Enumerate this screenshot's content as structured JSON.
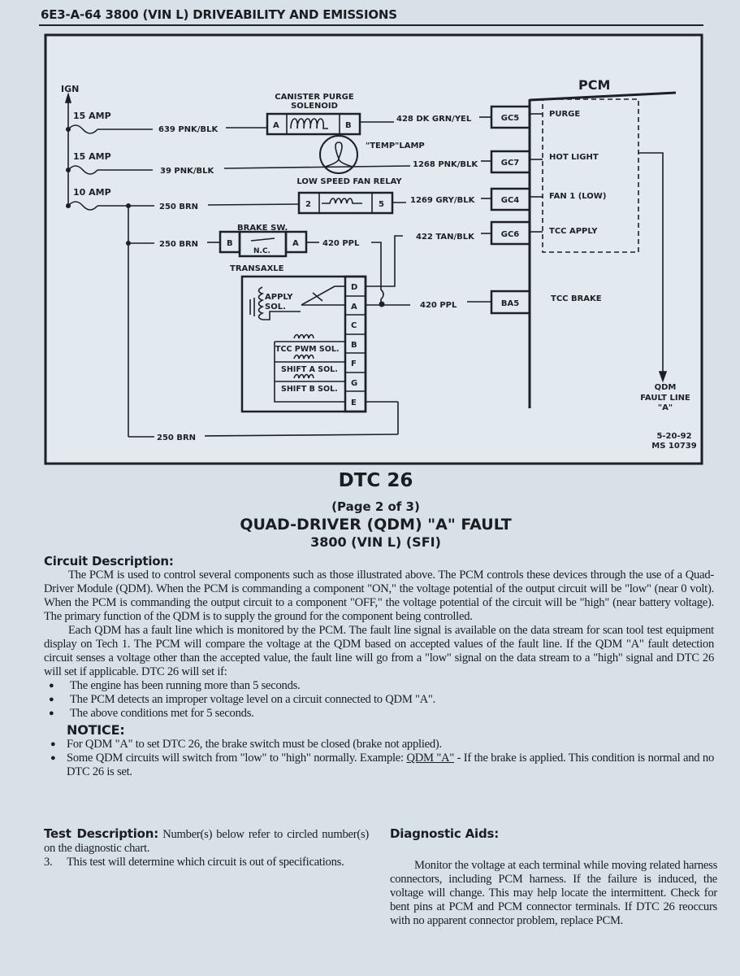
{
  "header": {
    "title": "6E3-A-64 3800 (VIN L) DRIVEABILITY AND EMISSIONS"
  },
  "diagram": {
    "ign": "IGN",
    "fuses": [
      "15 AMP",
      "15 AMP",
      "10 AMP"
    ],
    "wires": {
      "w639": "639 PNK/BLK",
      "w39": "39 PNK/BLK",
      "w250a": "250 BRN",
      "w250b": "250 BRN",
      "w250c": "250 BRN",
      "w428": "428 DK GRN/YEL",
      "w1268": "1268 PNK/BLK",
      "w1269": "1269 GRY/BLK",
      "w422": "422 TAN/BLK",
      "w420a": "420 PPL",
      "w420b": "420 PPL"
    },
    "canister_line1": "CANISTER PURGE",
    "canister_line2": "SOLENOID",
    "sol_a": "A",
    "sol_b": "B",
    "temp_lamp": "\"TEMP\"LAMP",
    "fan_relay": "LOW SPEED FAN RELAY",
    "relay_2": "2",
    "relay_5": "5",
    "brake_sw": "BRAKE SW.",
    "brake_b": "B",
    "brake_nc": "N.C.",
    "brake_a": "A",
    "transaxle": "TRANSAXLE",
    "apply_sol_1": "APPLY",
    "apply_sol_2": "SOL.",
    "tcc_pwm": "TCC PWM SOL.",
    "shift_a": "SHIFT A SOL.",
    "shift_b": "SHIFT B SOL.",
    "pins": [
      "D",
      "A",
      "C",
      "B",
      "F",
      "G",
      "E"
    ],
    "pcm": "PCM",
    "pcm_pins": [
      "GC5",
      "GC7",
      "GC4",
      "GC6",
      "BA5"
    ],
    "pcm_labels": [
      "PURGE",
      "HOT LIGHT",
      "FAN 1 (LOW)",
      "TCC APPLY",
      "TCC BRAKE"
    ],
    "qdm_1": "QDM",
    "qdm_2": "FAULT LINE",
    "qdm_3": "\"A\"",
    "date": "5-20-92",
    "ms": "MS 10739"
  },
  "title": {
    "dtc": "DTC 26",
    "page": "(Page 2 of 3)",
    "name": "QUAD-DRIVER (QDM) \"A\" FAULT",
    "engine": "3800 (VIN L) (SFI)"
  },
  "circuit": {
    "heading": "Circuit Description:",
    "p1": "The PCM is used to control several components such as those illustrated above. The PCM controls these devices through the use of a Quad-Driver Module (QDM). When the PCM is commanding a component \"ON,\" the voltage potential of the output circuit will be \"low\" (near 0 volt). When the PCM is commanding the output circuit to a component \"OFF,\" the voltage potential of the circuit will be \"high\" (near battery voltage). The primary function of the QDM is to supply the ground for the component being controlled.",
    "p2": "Each QDM has a fault line which is monitored by the PCM. The fault line signal is available on the data stream for scan tool test equipment display on Tech 1. The PCM will compare the voltage at the QDM based on accepted values of the fault line. If the QDM \"A\" fault detection circuit senses a voltage other than the accepted value, the fault line will go from a \"low\" signal on the data stream to a \"high\" signal and DTC 26 will set if applicable. DTC 26 will set if:",
    "bullets": [
      "The engine has been running more than 5 seconds.",
      "The PCM detects an improper voltage level on a circuit connected to QDM \"A\".",
      "The above conditions met for 5 seconds."
    ]
  },
  "notice": {
    "heading": "NOTICE:",
    "b1": "For QDM \"A\" to set DTC 26, the brake switch must be closed (brake not applied).",
    "b2_pre": "Some QDM circuits will switch from \"low\" to \"high\" normally. Example: ",
    "b2_link": "QDM \"A\"",
    "b2_post": " - If the brake is applied. This condition is normal and no DTC 26 is set."
  },
  "test": {
    "heading": "Test Description:",
    "intro": "Number(s) below refer to circled number(s) on the diagnostic chart.",
    "items": [
      {
        "num": "3.",
        "text": "This test will determine which circuit is out of specifications."
      }
    ]
  },
  "aids": {
    "heading": "Diagnostic Aids:",
    "text": "Monitor the voltage at each terminal while moving related harness connectors, including PCM harness. If the failure is induced, the voltage will change. This may help locate the intermittent. Check for bent pins at PCM and PCM connector terminals. If DTC 26 reoccurs with no apparent connector problem, replace PCM."
  }
}
